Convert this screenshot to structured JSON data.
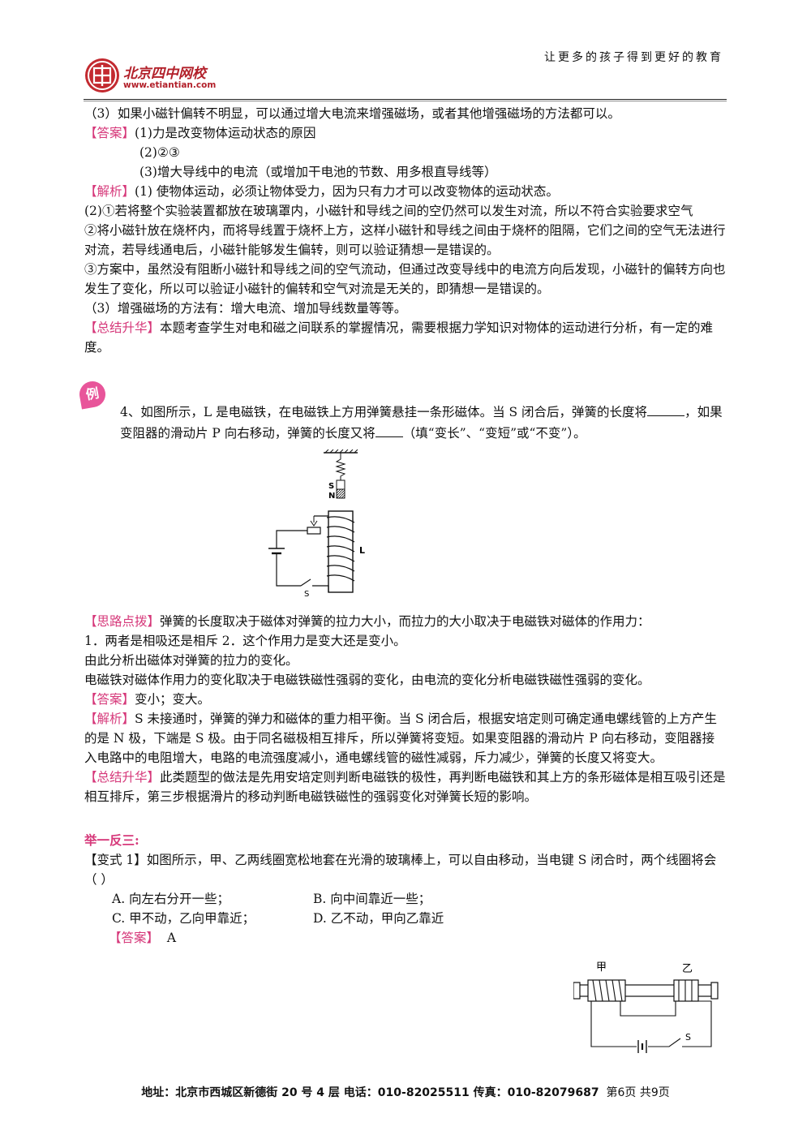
{
  "header": {
    "slogan": "让更多的孩子得到更好的教育",
    "logo_name": "北京四中网校",
    "logo_url": "www.etiantian.com"
  },
  "part_prev": {
    "item3": "（3）如果小磁针偏转不明显，可以通过增大电流来增强磁场，或者其他增强磁场的方法都可以。",
    "answer_tag": "【答案】",
    "answer1": "(1)力是改变物体运动状态的原因",
    "answer2": "(2)②③",
    "answer3": "(3)增大导线中的电流（或增加干电池的节数、用多根直导线等）",
    "analysis_tag": "【解析】",
    "analysis1": "(1) 使物体运动，必须让物体受力，因为只有力才可以改变物体的运动状态。",
    "analysis2": "(2)①若将整个实验装置都放在玻璃罩内，小磁针和导线之间的空仍然可以发生对流，所以不符合实验要求空气",
    "analysis3": "②将小磁针放在烧杯内，而将导线置于烧杯上方，这样小磁针和导线之间由于烧杯的阻隔，它们之间的空气无法进行对流，若导线通电后，小磁针能够发生偏转，则可以验证猜想一是错误的。",
    "analysis4": "③方案中，虽然没有阻断小磁针和导线之间的空气流动，但通过改变导线中的电流方向后发现，小磁针的偏转方向也发生了变化，所以可以验证小磁针的偏转和空气对流是无关的，即猜想一是错误的。",
    "analysis5": "（3）增强磁场的方法有：增大电流、增加导线数量等等。",
    "summary_tag": "【总结升华】",
    "summary": "本题考查学生对电和磁之间联系的掌握情况，需要根据力学知识对物体的运动进行分析，有一定的难度。"
  },
  "example4": {
    "badge": "例",
    "q_part1": "4、如图所示，L 是电磁铁，在电磁铁上方用弹簧悬挂一条形磁体。当 S 闭合后，弹簧的长度将",
    "q_part2": "，如果变阻器的滑动片 P 向右移动，弹簧的长度又将",
    "q_part3": "（填“变长”、“变短”或“不变”）。",
    "fig_labels": {
      "s_pole": "S",
      "n_pole": "N",
      "coil": "L",
      "switch": "S"
    },
    "hint_tag": "【思路点拨】",
    "hint1": "弹簧的长度取决于磁体对弹簧的拉力大小，而拉力的大小取决于电磁铁对磁体的作用力：",
    "hint2": "1．两者是相吸还是相斥   2．这个作用力是变大还是变小。",
    "hint3": "由此分析出磁体对弹簧的拉力的变化。",
    "hint4": "电磁铁对磁体作用力的变化取决于电磁铁磁性强弱的变化，由电流的变化分析电磁铁磁性强弱的变化。",
    "answer_tag": "【答案】",
    "answer": "变小；变大。",
    "analysis_tag": "【解析】",
    "analysis": "S 未接通时，弹簧的弹力和磁体的重力相平衡。当 S 闭合后，根据安培定则可确定通电螺线管的上方产生的是 N 极，下端是 S 极。由于同名磁极相互排斥，所以弹簧将变短。如果变阻器的滑动片 P 向右移动，变阻器接入电路中的电阻增大，电路的电流强度减小，通电螺线管的磁性减弱，斥力减少，弹簧的长度又将变大。",
    "summary_tag": "【总结升华】",
    "summary": "此类题型的做法是先用安培定则判断电磁铁的极性，再判断电磁铁和其上方的条形磁体是相互吸引还是相互排斥，第三步根据滑片的移动判断电磁铁磁性的强弱变化对弹簧长短的影响。"
  },
  "variant": {
    "heading": "举一反三:",
    "tag": "【变式 1】",
    "question": "如图所示，甲、乙两线圈宽松地套在光滑的玻璃棒上，可以自由移动，当电键 S 闭合时，两个线圈将会（      ）",
    "opt_a": "A. 向左右分开一些；",
    "opt_b": "B. 向中间靠近一些；",
    "opt_c": "C. 甲不动，乙向甲靠近；",
    "opt_d": "D. 乙不动，甲向乙靠近",
    "answer_tag": "【答案】",
    "answer": "A",
    "fig_labels": {
      "coil_a": "甲",
      "coil_b": "乙",
      "switch": "S"
    }
  },
  "footer": {
    "address": "地址：北京市西城区新德街 20 号 4 层  电话：010-82025511  传真：010-82079687",
    "page": "第6页  共9页"
  }
}
